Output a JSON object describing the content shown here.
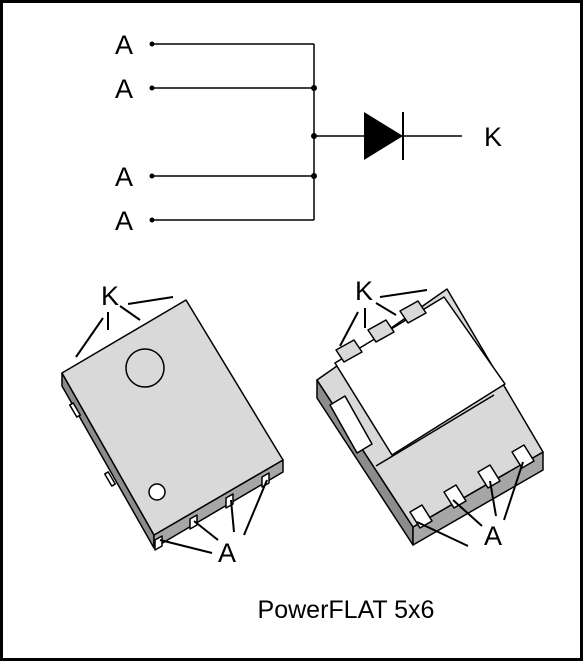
{
  "schematic": {
    "anode_labels": [
      "A",
      "A",
      "A",
      "A"
    ],
    "cathode_label": "K"
  },
  "package_top_view": {
    "cathode_label": "K",
    "anode_label": "A"
  },
  "package_bottom_view": {
    "cathode_label": "K",
    "anode_label": "A"
  },
  "caption": "PowerFLAT 5x6",
  "colors": {
    "line": "#000000",
    "body_top": "#d9d9d9",
    "body_side": "#8c8c8c",
    "body_front": "#bfbfbf",
    "pad": "#ffffff"
  }
}
